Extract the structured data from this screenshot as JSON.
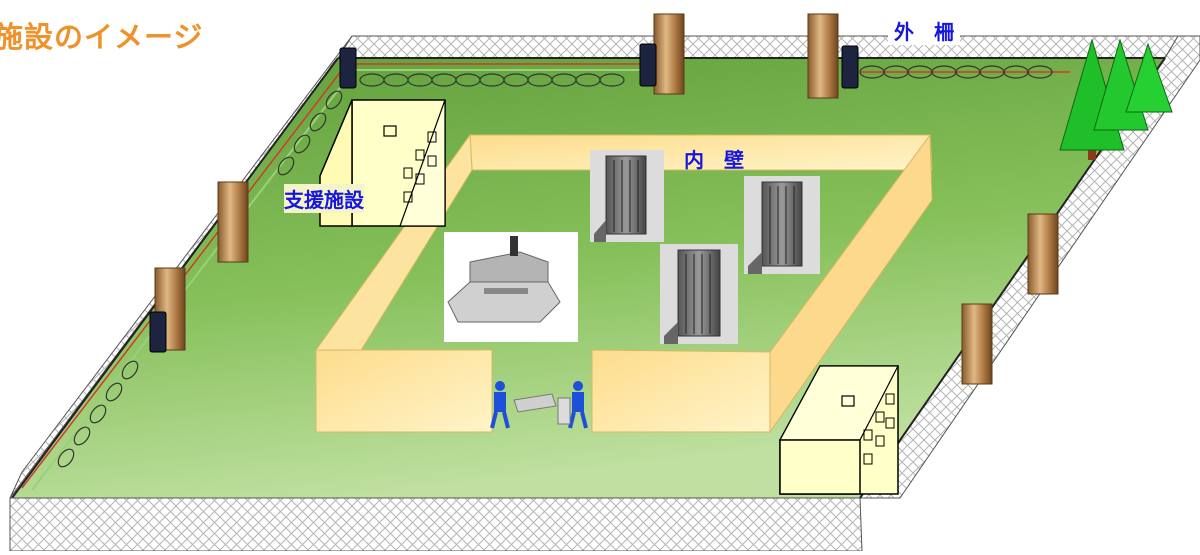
{
  "diagram": {
    "title": "施設のイメージ",
    "labels": {
      "outer_fence": "外　柵",
      "inner_wall": "内　壁",
      "support_facility": "支援施設"
    }
  },
  "colors": {
    "title": "#f0922a",
    "label_text": "#1616e0",
    "ground": "#7fbb52",
    "wall": "#fce49a",
    "fence_mesh": "#bdbdbd",
    "building": "#ffffc8"
  }
}
